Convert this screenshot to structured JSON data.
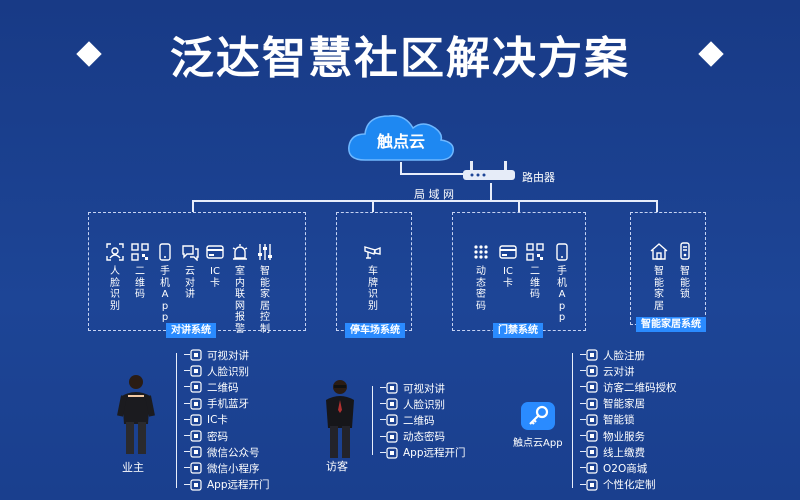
{
  "title": "泛达智慧社区解决方案",
  "cloud": {
    "label": "触点云"
  },
  "router": {
    "label": "路由器"
  },
  "lan": {
    "label": "局  域  网"
  },
  "systems": {
    "intercom": {
      "label": "对讲系统",
      "items": [
        "人脸识别",
        "二维码",
        "手机App",
        "云对讲",
        "IC卡",
        "室内联网报警",
        "智能家居控制"
      ]
    },
    "parking": {
      "label": "停车场系统",
      "items": [
        "车牌识别"
      ]
    },
    "access": {
      "label": "门禁系统",
      "items": [
        "动态密码",
        "IC卡",
        "二维码",
        "手机App"
      ]
    },
    "smarthome": {
      "label": "智能家居系统",
      "items": [
        "智能家居",
        "智能锁"
      ]
    }
  },
  "owner": {
    "label": "业主",
    "features": [
      "可视对讲",
      "人脸识别",
      "二维码",
      "手机蓝牙",
      "IC卡",
      "密码",
      "微信公众号",
      "微信小程序",
      "App远程开门"
    ]
  },
  "visitor": {
    "label": "访客",
    "features": [
      "可视对讲",
      "人脸识别",
      "二维码",
      "动态密码",
      "App远程开门"
    ]
  },
  "app": {
    "label": "触点云App",
    "features": [
      "人脸注册",
      "云对讲",
      "访客二维码授权",
      "智能家居",
      "智能锁",
      "物业服务",
      "线上缴费",
      "O2O商城",
      "个性化定制"
    ]
  },
  "colors": {
    "background": "#1b3f8b",
    "accent": "#2a8bff",
    "line": "#e8eefb"
  }
}
